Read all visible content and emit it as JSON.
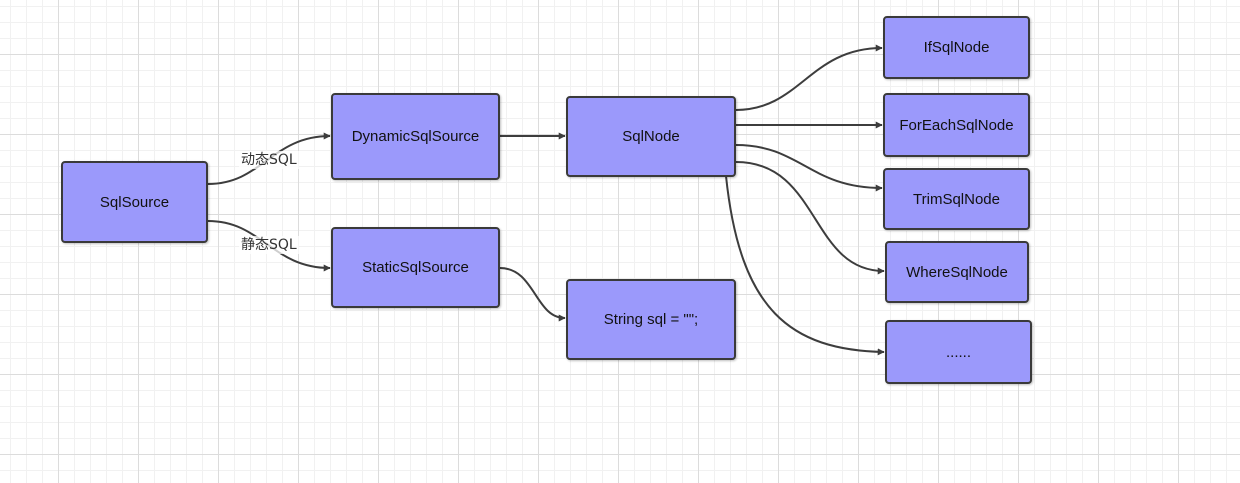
{
  "nodes": {
    "sql_source": "SqlSource",
    "dynamic_sql_source": "DynamicSqlSource",
    "static_sql_source": "StaticSqlSource",
    "sql_node": "SqlNode",
    "string_sql": "String sql = \"\";",
    "if_sql_node": "IfSqlNode",
    "foreach_sql_node": "ForEachSqlNode",
    "trim_sql_node": "TrimSqlNode",
    "where_sql_node": "WhereSqlNode",
    "more": "......"
  },
  "edge_labels": {
    "dynamic": "动态SQL",
    "static": "静态SQL"
  },
  "colors": {
    "node_fill": "#9b99fb",
    "node_border": "#3a3a3a",
    "edge": "#3d3d3d"
  }
}
